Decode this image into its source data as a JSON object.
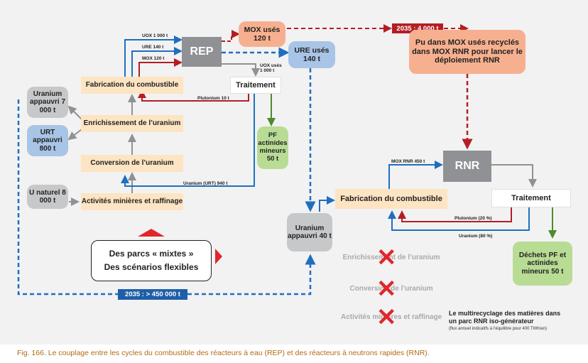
{
  "caption": "Fig. 166. Le couplage entre les cycles du combustible des réacteurs à eau (REP) et des réacteurs à neutrons rapides (RNR).",
  "left_stocks": {
    "uranium_appauvri": "Uranium appauvri 7 000 t",
    "urt_appauvri": "URT appauvri 800 t",
    "u_naturel": "U naturel 8 000 t"
  },
  "rep_chain": {
    "fabrication": "Fabrication du combustible",
    "enrichissement": "Enrichissement de l’uranium",
    "conversion": "Conversion de l’uranium",
    "activites": "Activités minières et raffinage"
  },
  "rep": {
    "reactor": "REP",
    "traitement": "Traitement",
    "flow_uox": "UOX 1 000 t",
    "flow_ure": "URE 140 t",
    "flow_mox": "MOX 120 t",
    "flow_uox_used": "UOX usés 1 000 t",
    "flow_plutonium": "Plutonium 10 t",
    "flow_urt": "Uranium (URT) 940 t",
    "mox_uses": "MOX usés 120 t",
    "ure_uses": "URE usés 140 t",
    "pf": "PF actinides mineurs 50 t"
  },
  "red_tag": "2035 : 4 000 t",
  "pu_note": "Pu dans MOX usés recyclés dans MOX RNR pour lancer le déploiement RNR",
  "rnr": {
    "reactor": "RNR",
    "traitement": "Traitement",
    "fabrication": "Fabrication du combustible",
    "flow_mox_rnr": "MOX RNR 450 t",
    "flow_plutonium": "Plutonium (20 %)",
    "flow_uranium": "Uranium (80 %)",
    "dechets": "Déchets PF et actinides mineurs 50 t",
    "uranium_appauvri": "Uranium appauvri 40 t"
  },
  "crossed_steps": [
    "Enrichissement de l’uranium",
    "Conversion de l’uranium",
    "Activités minières et raffinage"
  ],
  "mixed_box": {
    "line1": "Des parcs « mixtes »",
    "line2": "Des scénarios flexibles"
  },
  "blue_banner": "2035 : > 450 000 t",
  "multirecyclage": {
    "title": "Le multirecyclage des matières dans un parc RNR iso-générateur",
    "note": "(flux annuel indicatifs à l’équilibre pour 400 TWh/an)"
  },
  "colors": {
    "blue": "#1f6fbf",
    "red": "#b41e23",
    "grey": "#8f9194",
    "green": "#4e8a2e",
    "caption": "#b26b16"
  }
}
